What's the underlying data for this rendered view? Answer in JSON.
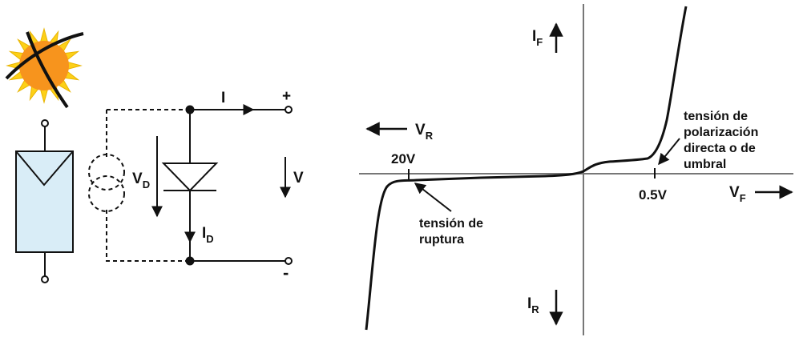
{
  "circuit": {
    "current_label": "I",
    "diode_current_label": "I",
    "diode_current_sub": "D",
    "diode_voltage_label": "V",
    "diode_voltage_sub": "D",
    "output_voltage_label": "V",
    "plus_terminal": "+",
    "minus_terminal": "-"
  },
  "graph": {
    "if_label": "I",
    "if_sub": "F",
    "ir_label": "I",
    "ir_sub": "R",
    "vr_label": "V",
    "vr_sub": "R",
    "vf_label": "V",
    "vf_sub": "F",
    "tick_20v": "20V",
    "tick_05v": "0.5V",
    "breakdown_annotation": [
      "tensión de",
      "ruptura"
    ],
    "threshold_annotation": [
      "tensión de",
      "polarización",
      "directa o de",
      "umbral"
    ]
  },
  "colors": {
    "sun_core": "#f7941d",
    "sun_rays": "#fdd017",
    "panel_fill": "#d9edf7",
    "ink": "#111111",
    "axis": "#777777"
  },
  "icons": {
    "sun": "crossed-out-sun-icon",
    "panel": "solar-panel-icon"
  }
}
